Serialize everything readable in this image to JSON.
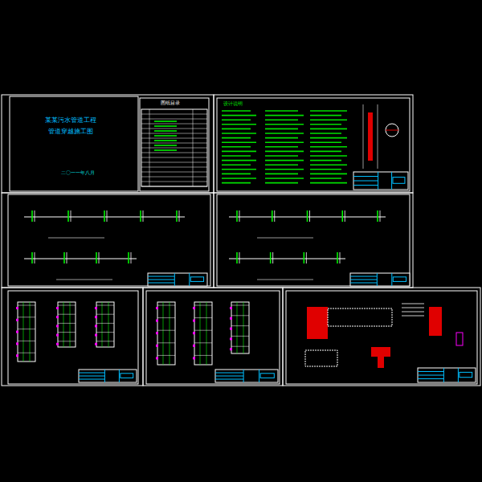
{
  "diagram": {
    "labels": [
      "某某污水管道工程",
      "管道穿越施工图",
      "二〇一一年八月",
      "图纸目录",
      "设计说明"
    ]
  }
}
